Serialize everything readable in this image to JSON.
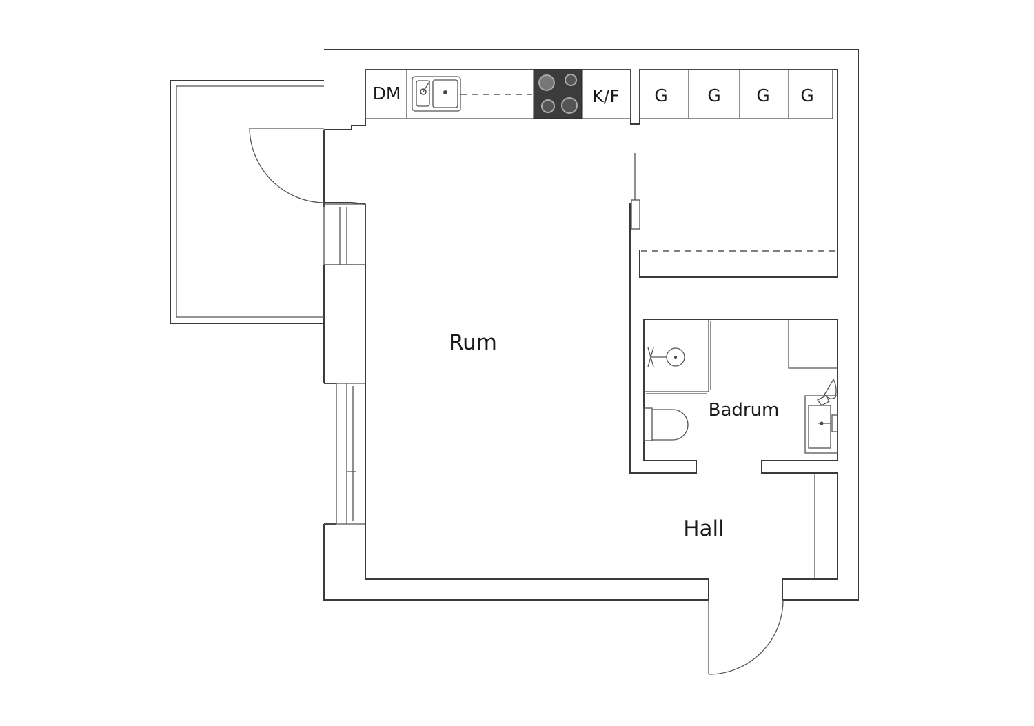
{
  "rooms": {
    "rum": "Rum",
    "badrum": "Badrum",
    "hall": "Hall"
  },
  "kitchen": {
    "dishwasher": "DM",
    "fridge_freezer": "K/F"
  },
  "wardrobes": [
    "G",
    "G",
    "G",
    "G"
  ],
  "colors": {
    "line": "#3a3a3a",
    "stove": "#3c3c3c",
    "background": "#ffffff"
  }
}
